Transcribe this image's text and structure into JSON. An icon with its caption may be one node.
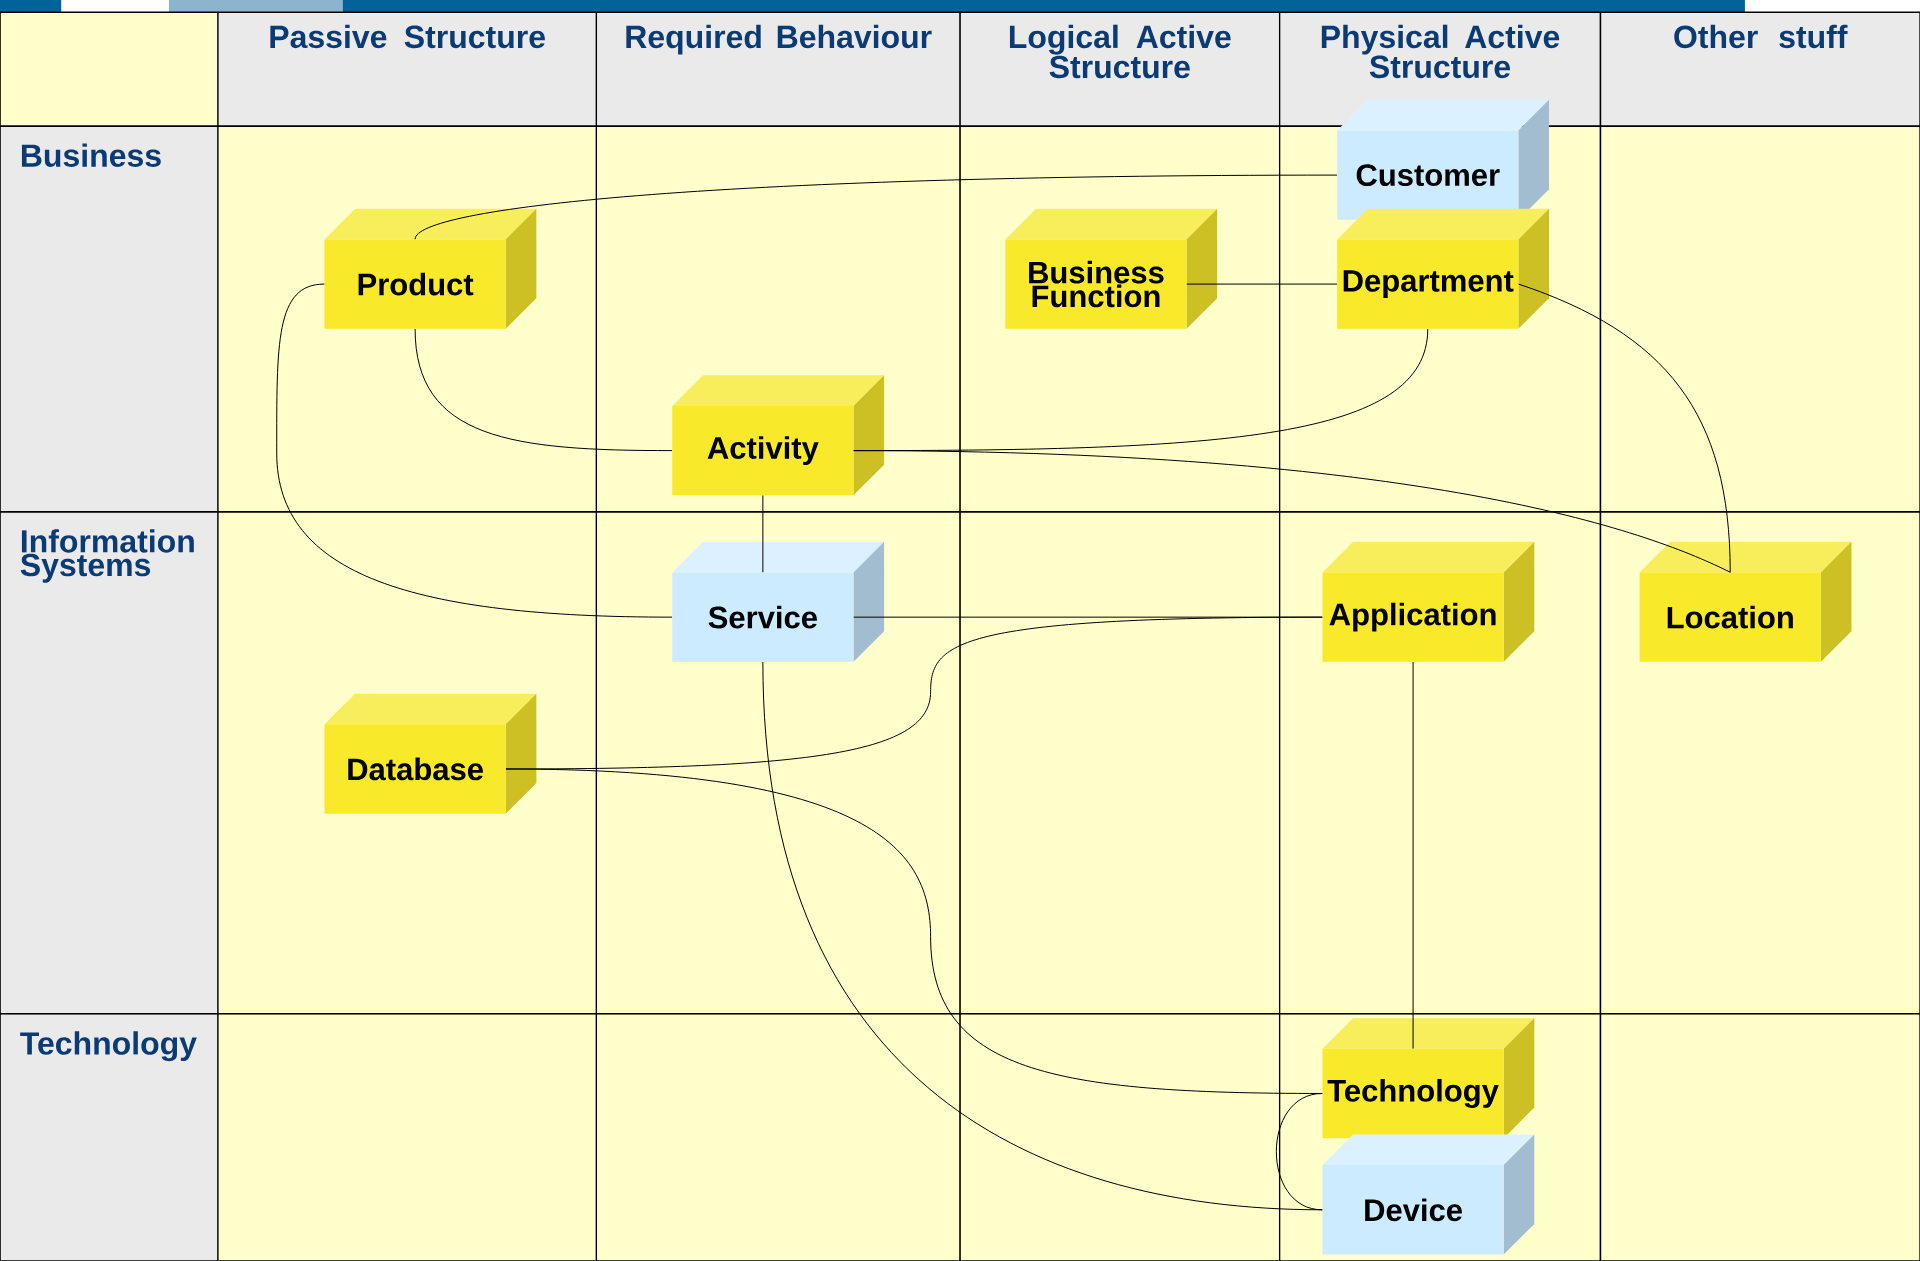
{
  "diagram": {
    "nodes": [
      {
        "text": [
          "Customer"
        ]
      },
      {
        "text": [
          "Product"
        ]
      },
      {
        "text": [
          "Business Function"
        ]
      },
      {
        "text": [
          "Department"
        ]
      },
      {
        "text": [
          "Activity"
        ]
      },
      {
        "text": [
          "Service"
        ]
      },
      {
        "text": [
          "Application"
        ]
      },
      {
        "text": [
          "Location"
        ]
      },
      {
        "text": [
          "Database"
        ]
      },
      {
        "text": [
          "Technology"
        ]
      },
      {
        "text": [
          "Device"
        ]
      }
    ],
    "edges": [
      {
        "from": 0,
        "to": 1,
        "arrow": "none"
      },
      {
        "from": 1,
        "to": 4,
        "arrow": "none"
      },
      {
        "from": 1,
        "to": 5,
        "arrow": "none"
      },
      {
        "from": 2,
        "to": 3,
        "arrow": "none"
      },
      {
        "from": 3,
        "to": 4,
        "arrow": "none"
      },
      {
        "from": 4,
        "to": 7,
        "arrow": "none"
      },
      {
        "from": 3,
        "to": 7,
        "arrow": "none"
      },
      {
        "from": 4,
        "to": 5,
        "arrow": "none"
      },
      {
        "from": 5,
        "to": 6,
        "arrow": "none"
      },
      {
        "from": 6,
        "to": 8,
        "arrow": "none"
      },
      {
        "from": 6,
        "to": 9,
        "arrow": "none"
      },
      {
        "from": 8,
        "to": 9,
        "arrow": "none"
      },
      {
        "from": 5,
        "to": 10,
        "arrow": "none"
      },
      {
        "from": 9,
        "to": 10,
        "arrow": "none"
      }
    ],
    "labels": [
      "Passive Structure",
      "Required Behaviour",
      "Logical Active Structure",
      "Physical Active Structure",
      "Other stuff",
      "Business",
      "Information Systems",
      "Technology"
    ]
  }
}
